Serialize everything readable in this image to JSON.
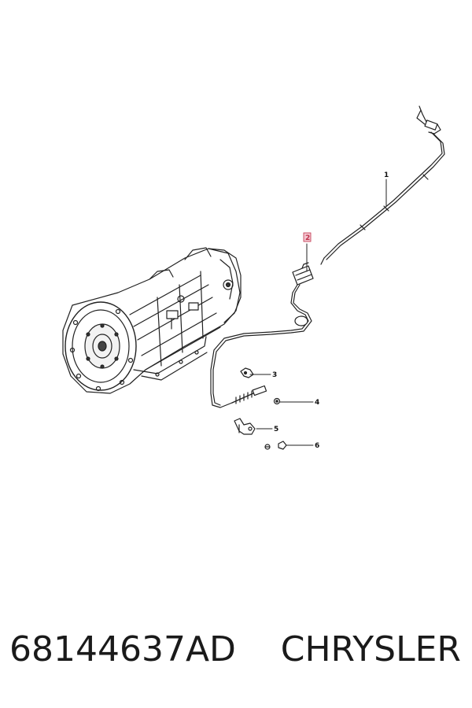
{
  "callouts": [
    "1",
    "2",
    "3",
    "4",
    "5",
    "6"
  ],
  "highlighted_callout": "2",
  "footer": {
    "part_number": "68144637AD",
    "brand": "CHRYSLER"
  },
  "colors": {
    "line": "#222222",
    "highlight": "#c0304a",
    "background": "#ffffff"
  }
}
